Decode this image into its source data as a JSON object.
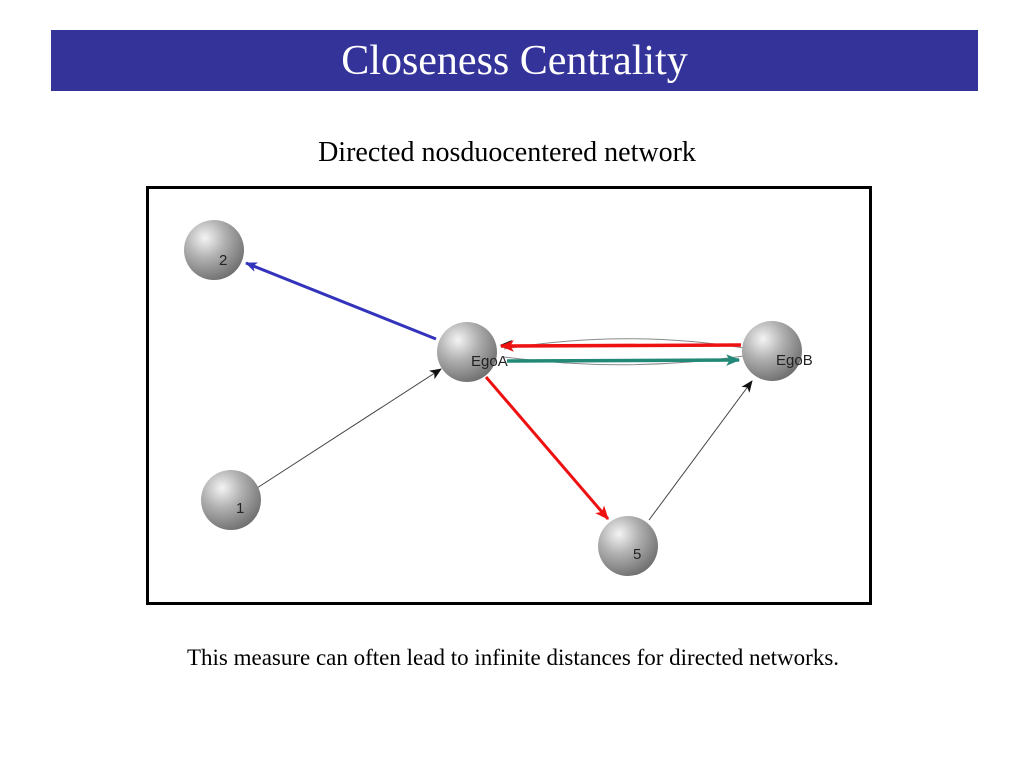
{
  "slide": {
    "title": "Closeness Centrality",
    "subtitle": "Directed nosduocentered network",
    "caption": "This measure can often lead to infinite distances for directed networks."
  },
  "diagram": {
    "nodes": [
      {
        "id": "2",
        "label": "2"
      },
      {
        "id": "EgoA",
        "label": "EgoA"
      },
      {
        "id": "EgoB",
        "label": "EgoB"
      },
      {
        "id": "1",
        "label": "1"
      },
      {
        "id": "5",
        "label": "5"
      }
    ],
    "edges": [
      {
        "from": "EgoA",
        "to": "2",
        "color": "#3333bb"
      },
      {
        "from": "1",
        "to": "EgoA",
        "color": "#333333"
      },
      {
        "from": "EgoB",
        "to": "EgoA",
        "color": "#ee1111"
      },
      {
        "from": "EgoA",
        "to": "EgoB",
        "color": "#228877"
      },
      {
        "from": "EgoA",
        "to": "5",
        "color": "#ee1111"
      },
      {
        "from": "5",
        "to": "EgoB",
        "color": "#333333"
      }
    ]
  }
}
